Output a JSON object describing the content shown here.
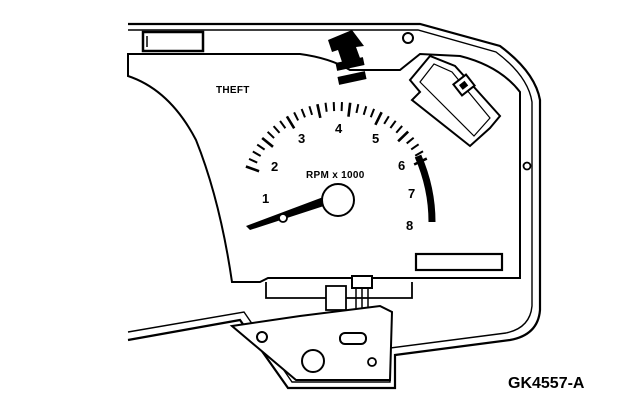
{
  "diagram": {
    "theft_label": "THEFT",
    "rpm_label": "RPM x 1000",
    "dial_numbers": [
      "1",
      "2",
      "3",
      "4",
      "5",
      "6",
      "7",
      "8"
    ],
    "figure_code": "GK4557-A",
    "colors": {
      "ink": "#000000",
      "paper": "#ffffff"
    }
  }
}
